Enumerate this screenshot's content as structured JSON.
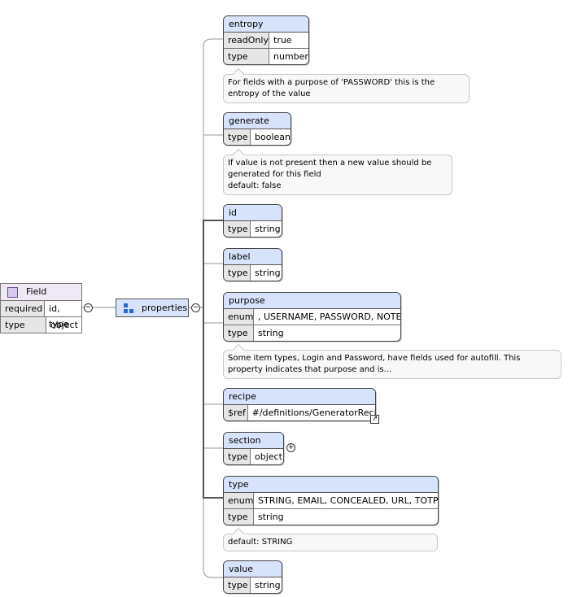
{
  "root": {
    "title": "Field",
    "rows": [
      {
        "key": "required",
        "value": "id, type"
      },
      {
        "key": "type",
        "value": "object"
      }
    ]
  },
  "properties": {
    "label": "properties",
    "collapse_symbol": "−"
  },
  "nodes": {
    "entropy": {
      "title": "entropy",
      "rows": [
        {
          "key": "readOnly",
          "value": "true"
        },
        {
          "key": "type",
          "value": "number"
        }
      ],
      "note": "For fields with a purpose of 'PASSWORD' this is the entropy of the value"
    },
    "generate": {
      "title": "generate",
      "rows": [
        {
          "key": "type",
          "value": "boolean"
        }
      ],
      "note": "If value is not present then a new value should be generated for this field\ndefault: false"
    },
    "id": {
      "title": "id",
      "rows": [
        {
          "key": "type",
          "value": "string"
        }
      ]
    },
    "label": {
      "title": "label",
      "rows": [
        {
          "key": "type",
          "value": "string"
        }
      ]
    },
    "purpose": {
      "title": "purpose",
      "rows": [
        {
          "key": "enum",
          "value": ", USERNAME, PASSWORD, NOTES"
        },
        {
          "key": "type",
          "value": "string"
        }
      ],
      "note": "Some item types, Login and Password, have fields used for autofill. This property indicates that purpose and is..."
    },
    "recipe": {
      "title": "recipe",
      "rows": [
        {
          "key": "$ref",
          "value": "#/definitions/GeneratorRecipe"
        }
      ]
    },
    "section": {
      "title": "section",
      "rows": [
        {
          "key": "type",
          "value": "object"
        }
      ],
      "expand_symbol": "+"
    },
    "type": {
      "title": "type",
      "rows": [
        {
          "key": "enum",
          "value": "STRING, EMAIL, CONCEALED, URL, TOTP, ..."
        },
        {
          "key": "type",
          "value": "string"
        }
      ],
      "note": "default: STRING"
    },
    "value": {
      "title": "value",
      "rows": [
        {
          "key": "type",
          "value": "string"
        }
      ]
    }
  },
  "colors": {
    "header_fill": "#d7e3fa",
    "key_fill": "#e6e6e6",
    "root_header_fill": "#efe9f6",
    "connector": "#888888",
    "required_connector": "#555555"
  }
}
